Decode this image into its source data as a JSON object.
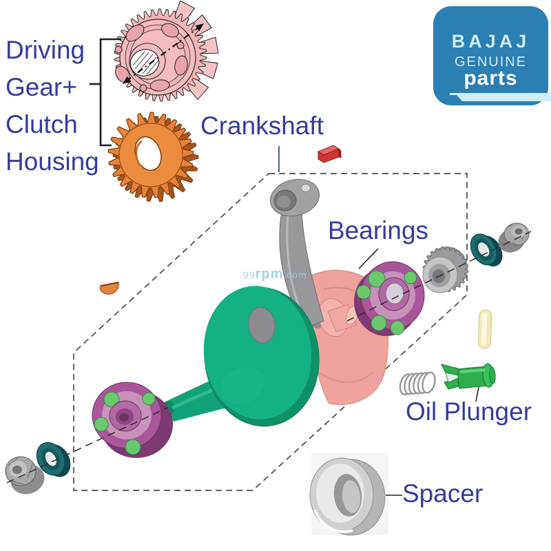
{
  "title": "Bajaj Genuine Parts - Crankshaft exploded diagram",
  "theme": {
    "label-color": "#343c9c",
    "logo-bg": "#2b7fb3",
    "logo-text": "#cfeef8",
    "logo-parts": "#ffffff",
    "watermark": "#9fcde6"
  },
  "logo": {
    "brand": "BAJAJ",
    "genuine": "GENUINE",
    "parts": "parts"
  },
  "labels": {
    "left_group_lines": [
      "Driving",
      "Gear+",
      "Clutch",
      "Housing"
    ],
    "crankshaft": "Crankshaft",
    "bearings": "Bearings",
    "oil_plunger": "Oil Plunger",
    "spacer": "Spacer"
  },
  "watermark": {
    "prefix": "99",
    "brand": "rpm",
    "suffix": ".com"
  },
  "parts": [
    {
      "name": "clutch-housing-with-driving-gear",
      "color": "#f2b3b8"
    },
    {
      "name": "driving-gear",
      "color": "#e8823a"
    },
    {
      "name": "woodruff-key",
      "color": "#d13434"
    },
    {
      "name": "half-moon-key",
      "color": "#e0813f"
    },
    {
      "name": "crank-web-front",
      "color": "#14a879"
    },
    {
      "name": "crank-web-rear",
      "color": "#f0a29d"
    },
    {
      "name": "connecting-rod",
      "color": "#98989b"
    },
    {
      "name": "ball-bearing",
      "color": "#a9569b"
    },
    {
      "name": "bearing-balls",
      "color": "#6cc76e"
    },
    {
      "name": "oil-seal",
      "color": "#1e6d72"
    },
    {
      "name": "flange-nut",
      "color": "#a8a8ab"
    },
    {
      "name": "splined-collar",
      "color": "#c6c6c9"
    },
    {
      "name": "dowel-pin",
      "color": "#f1ebbb"
    },
    {
      "name": "plunger-spring",
      "color": "#97979a"
    },
    {
      "name": "oil-plunger",
      "color": "#2fae4e"
    },
    {
      "name": "spacer-ring",
      "color": "#cfd0d2"
    }
  ]
}
